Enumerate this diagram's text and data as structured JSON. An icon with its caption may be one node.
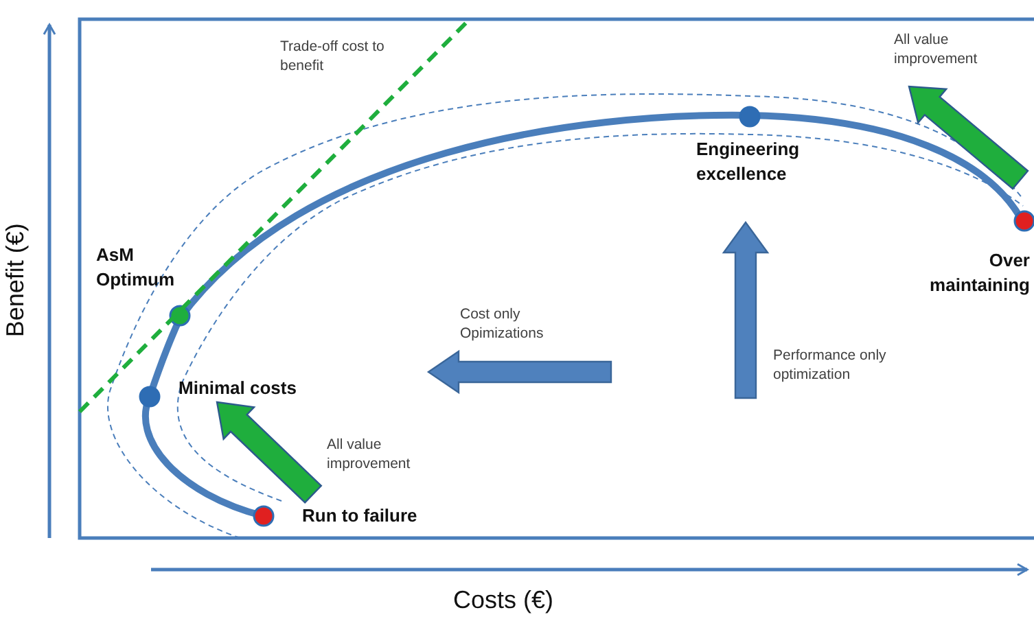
{
  "diagram": {
    "labels": [
      "Trade-off cost to benefit",
      "All value improvement",
      "Engineering excellence",
      "AsM Optimum",
      "Over maintaining",
      "Cost only Opimizations",
      "Performance only optimization",
      "Minimal costs",
      "All value improvement",
      "Run to failure",
      "Benefit (€)",
      "Costs (€)"
    ]
  }
}
